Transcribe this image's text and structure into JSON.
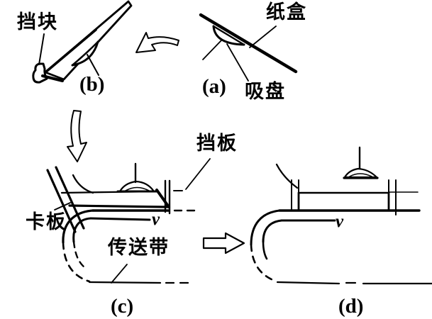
{
  "page": {
    "background": "#ffffff",
    "ink": "#000000",
    "type": "physics-textbook-diagram",
    "topic": "carton erecting and conveyor transfer sequence"
  },
  "panels": {
    "a": {
      "caption": "(a)",
      "carton_label": "纸盒",
      "suction_cup_label": "吸盘"
    },
    "b": {
      "caption": "(b)",
      "stop_block_label": "挡块"
    },
    "c": {
      "caption": "(c)",
      "baffle_label": "挡板",
      "clamp_plate_label": "卡板",
      "conveyor_belt_label": "传送带",
      "velocity_label": "v"
    },
    "d": {
      "caption": "(d)",
      "velocity_label": "v"
    }
  }
}
